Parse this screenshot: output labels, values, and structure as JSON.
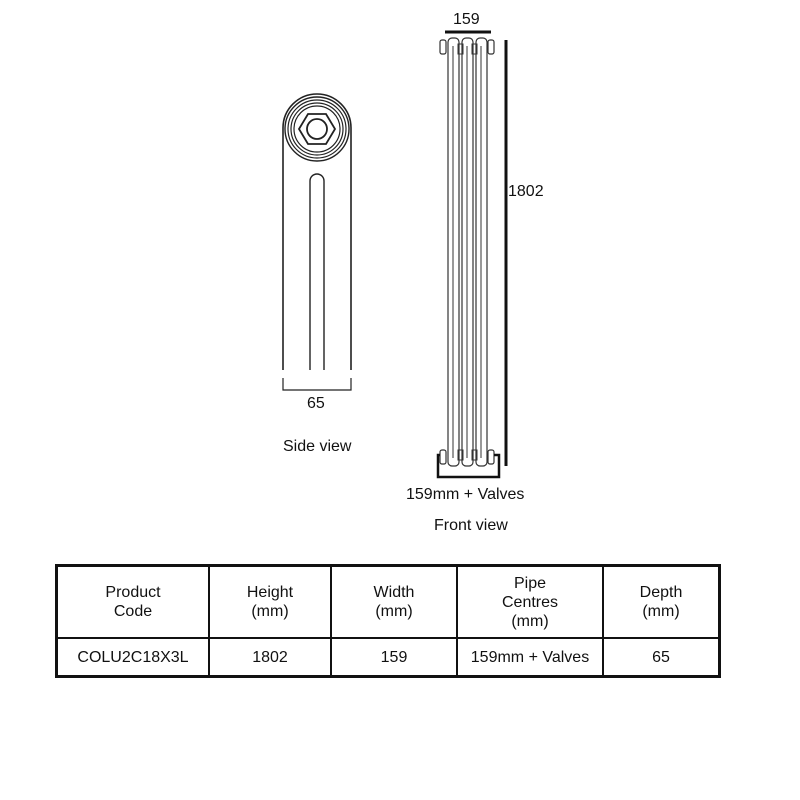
{
  "diagram": {
    "side_view": {
      "caption": "Side view",
      "depth_dimension": "65"
    },
    "front_view": {
      "caption": "Front view",
      "width_dimension": "159",
      "height_dimension": "1802",
      "pipe_centres_label": "159mm + Valves",
      "columns": 3
    }
  },
  "table": {
    "headers": [
      [
        "Product",
        "Code"
      ],
      [
        "Height",
        "(mm)"
      ],
      [
        "Width",
        "(mm)"
      ],
      [
        "Pipe",
        "Centres",
        "(mm)"
      ],
      [
        "Depth",
        "(mm)"
      ]
    ],
    "rows": [
      [
        "COLU2C18X3L",
        "1802",
        "159",
        "159mm + Valves",
        "65"
      ]
    ]
  }
}
